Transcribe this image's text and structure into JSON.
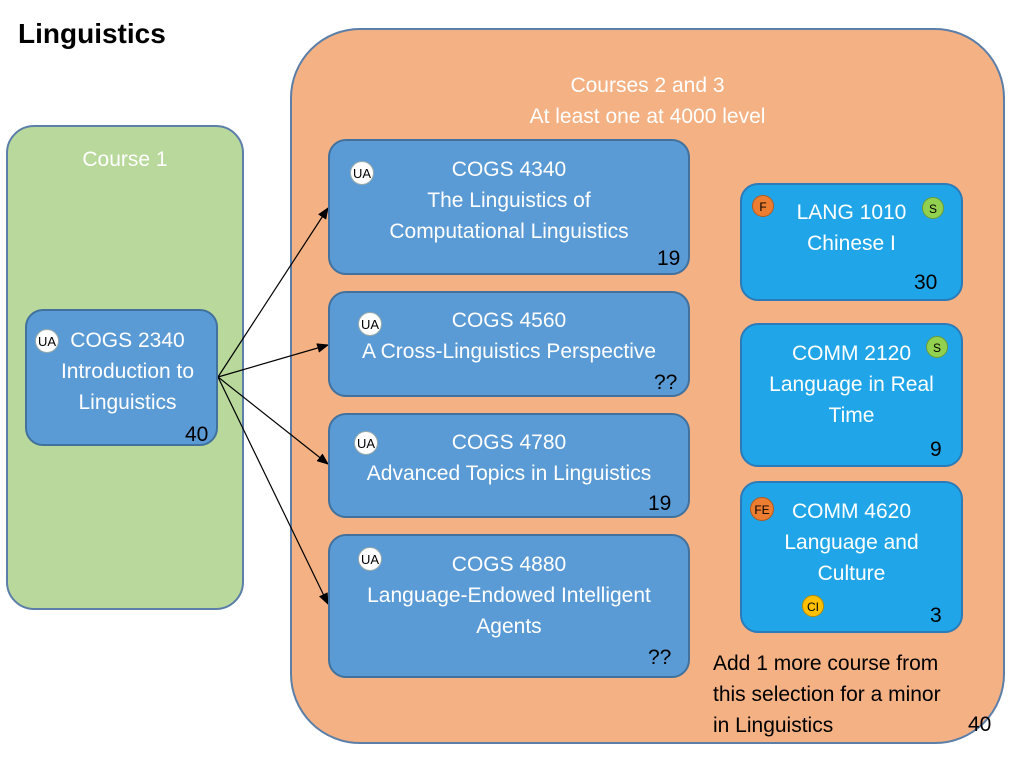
{
  "title": "Linguistics",
  "regions": {
    "course1_label": "Course 1",
    "courses23_label_line1": "Courses 2 and 3",
    "courses23_label_line2": "At least one at 4000 level"
  },
  "courses": {
    "cogs2340": {
      "code": "COGS 2340",
      "name1": "Introduction to",
      "name2": "Linguistics",
      "count": "40",
      "tag": "UA"
    },
    "cogs4340": {
      "code": "COGS 4340",
      "name1": "The Linguistics of",
      "name2": "Computational Linguistics",
      "count": "19",
      "tag": "UA"
    },
    "cogs4560": {
      "code": "COGS 4560",
      "name1": "A Cross-Linguistics Perspective",
      "count": "??",
      "tag": "UA"
    },
    "cogs4780": {
      "code": "COGS 4780",
      "name1": "Advanced Topics in Linguistics",
      "count": "19",
      "tag": "UA"
    },
    "cogs4880": {
      "code": "COGS 4880",
      "name1": "Language-Endowed Intelligent",
      "name2": "Agents",
      "count": "??",
      "tag": "UA"
    },
    "lang1010": {
      "code": "LANG 1010",
      "name1": "Chinese I",
      "count": "30",
      "tag_left": "F",
      "tag_right": "S"
    },
    "comm2120": {
      "code": "COMM 2120",
      "name1": "Language in Real",
      "name2": "Time",
      "count": "9",
      "tag_right": "S"
    },
    "comm4620": {
      "code": "COMM 4620",
      "name1": "Language and",
      "name2": "Culture",
      "count": "3",
      "tag_left": "FE",
      "tag_bottom": "CI"
    }
  },
  "note": {
    "line1": "Add 1 more course from",
    "line2": "this selection for a minor",
    "line3": "in Linguistics"
  },
  "page_number": "40",
  "colors": {
    "orange_region": "#f4b183",
    "green_region": "#b9d89b",
    "course_blue": "#5b9bd5",
    "course_cyan": "#20a6e8"
  }
}
